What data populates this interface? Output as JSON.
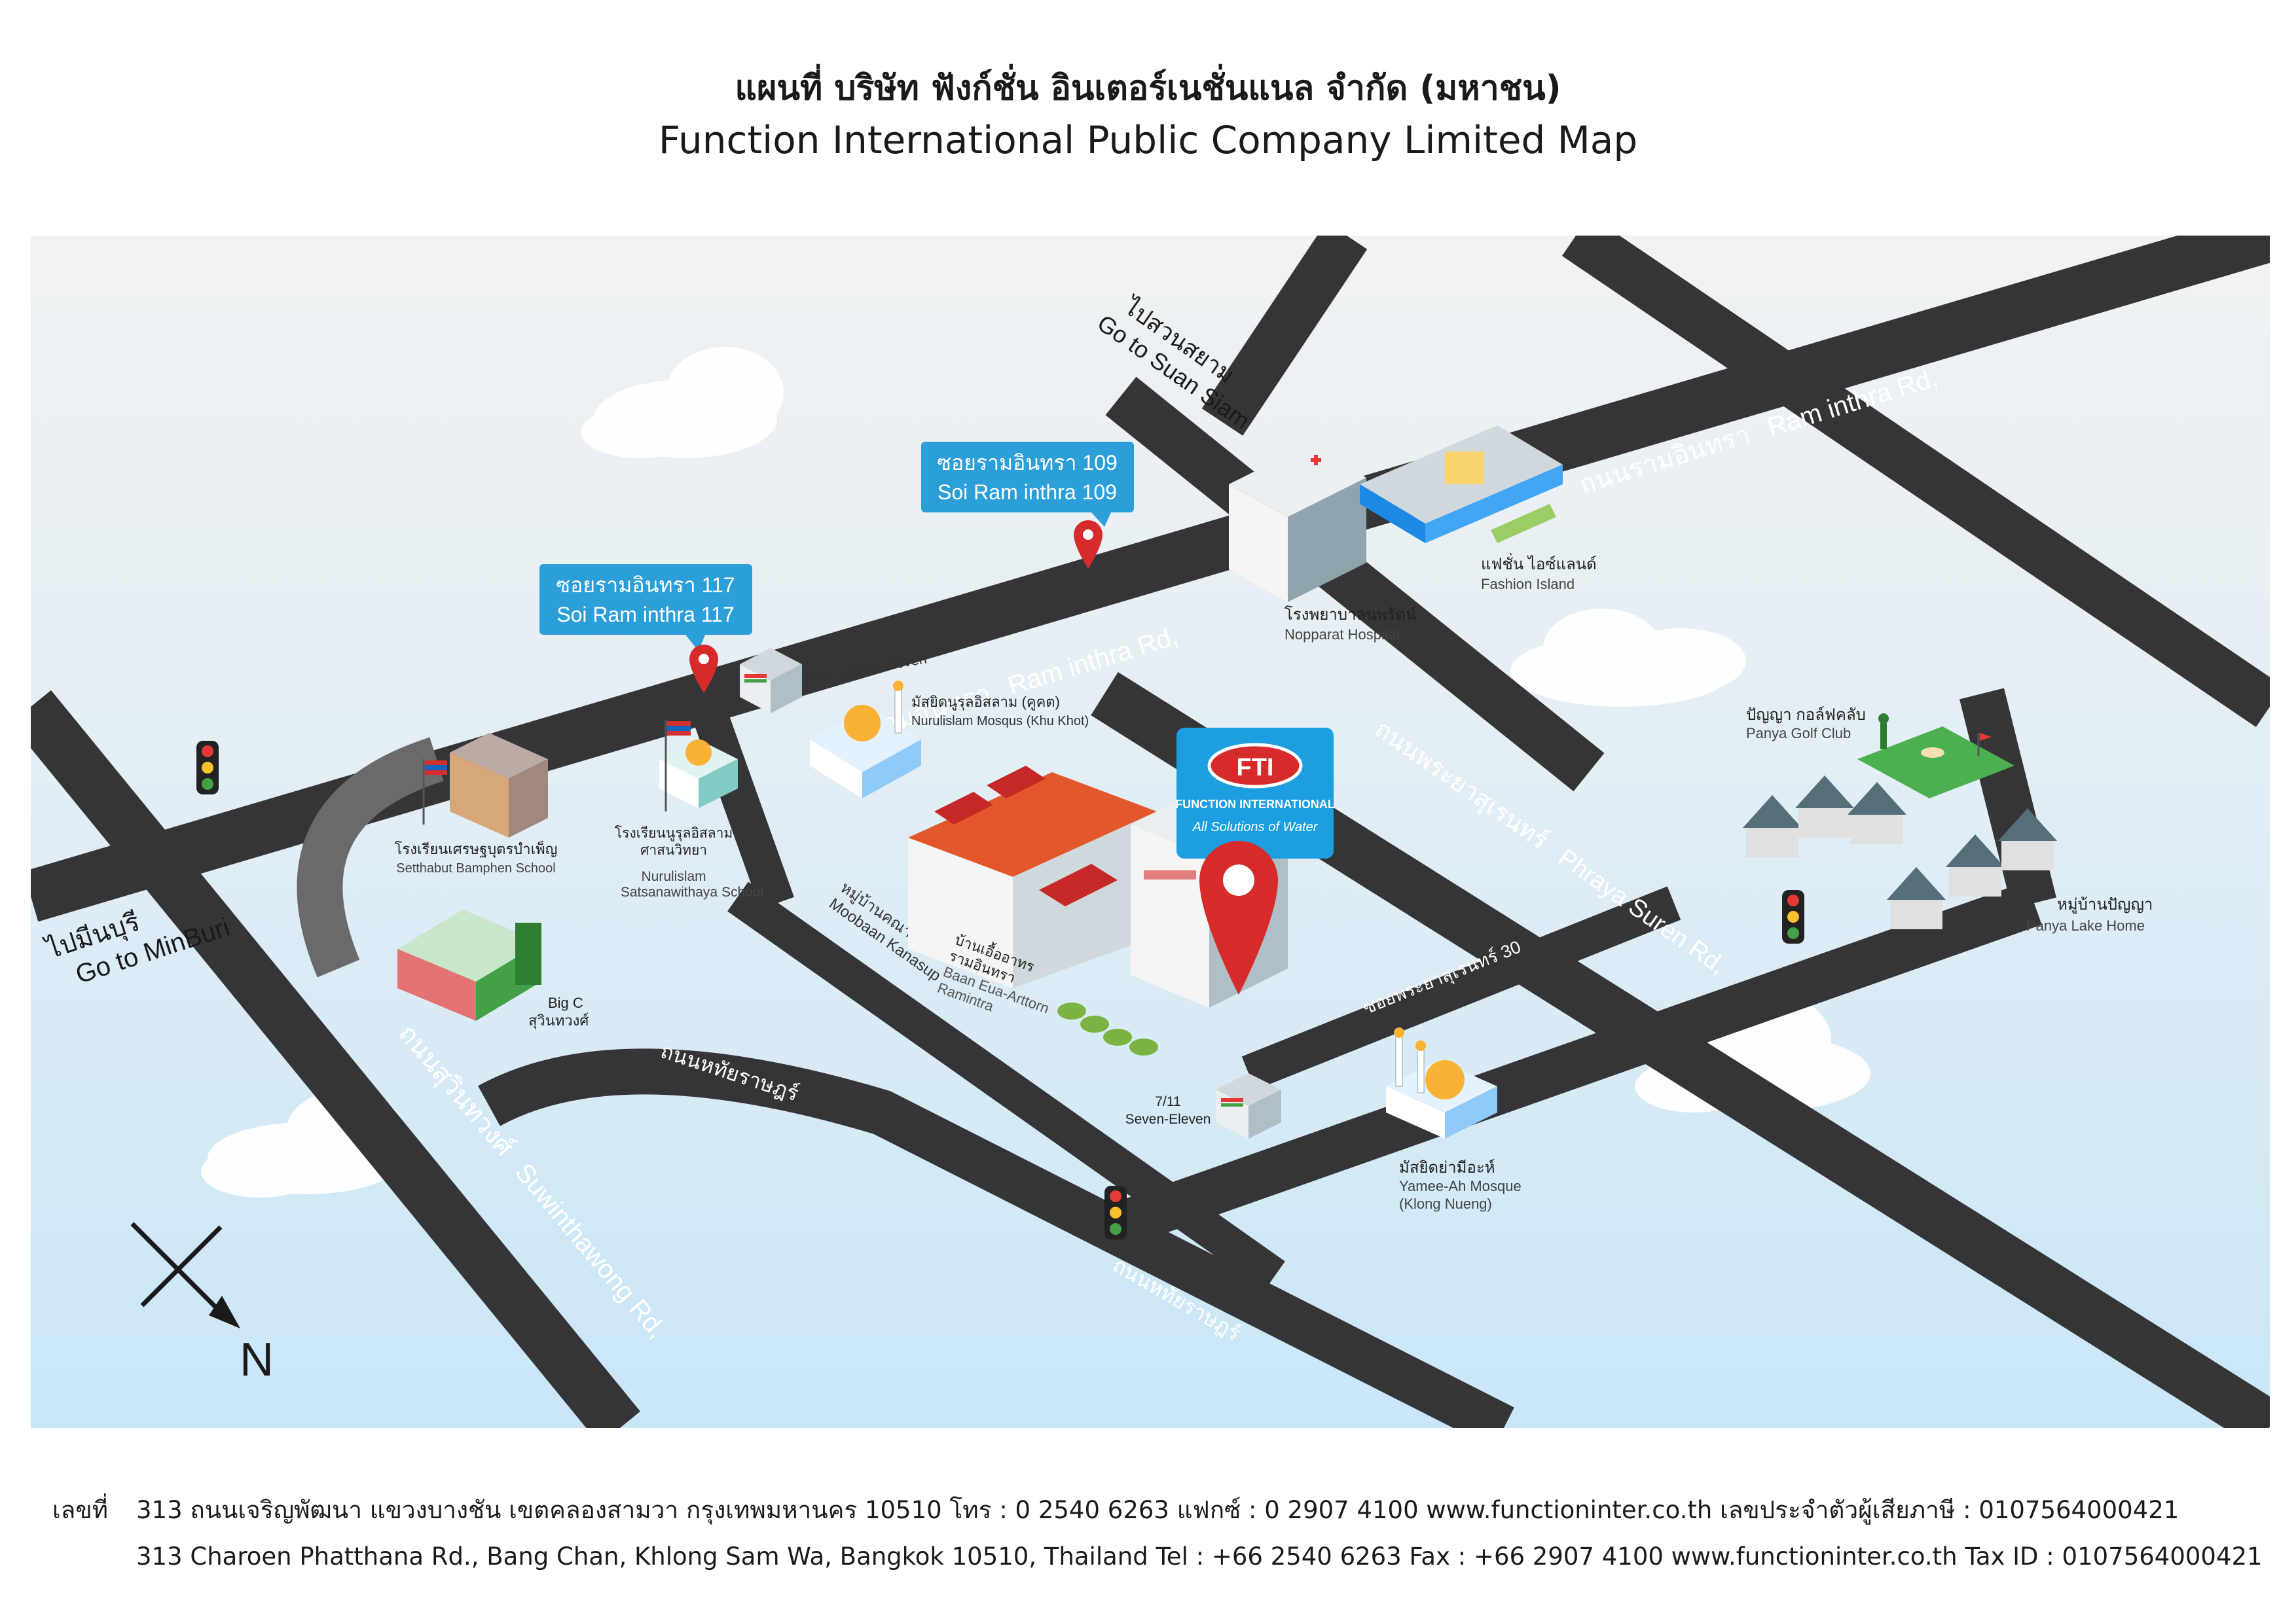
{
  "title": {
    "thai": "แผนที่ บริษัท ฟังก์ชั่น อินเตอร์เนชั่นแนล จำกัด (มหาชน)",
    "english": "Function International Public Company Limited Map"
  },
  "roads": {
    "ramintra_upper_th": "ถนนรามอินทรา",
    "ramintra_upper_en": "Ram inthra Rd,",
    "ramintra_lower_th": "ถนนรามอินทรา",
    "ramintra_lower_en": "Ram inthra Rd,",
    "phraya_suren_th": "ถนนพระยาสุเรนทร์",
    "phraya_suren_en": "Phraya Suren Rd,",
    "soi_phraya_suren_30": "ซอยพระยาสุเรนทร์ 30",
    "hathairat_1": "ถนนหทัยราษฎร์",
    "hathairat_2": "ถนนหทัยราษฎร์",
    "suwinthawong_th": "ถนนสุวินทวงศ์",
    "suwinthawong_en": "Suwinthawong Rd,",
    "moobaan_kanasup_th": "หมู่บ้านคณาทรัพย์",
    "moobaan_kanasup_en": "Moobaan Kanasup"
  },
  "directions": {
    "minburi_th": "ไปมีนบุรี",
    "minburi_en": "Go to MinBuri",
    "suan_siam_th": "ไปสวนสยาม",
    "suan_siam_en": "Go to Suan Siam"
  },
  "callouts": [
    {
      "th": "ซอยรามอินทรา 117",
      "en": "Soi Ram inthra 117"
    },
    {
      "th": "ซอยรามอินทรา 109",
      "en": "Soi Ram inthra 109"
    }
  ],
  "landmarks": {
    "seven_eleven_1": "7/11 Seven-Eleven",
    "seven_eleven_2_a": "7/11",
    "seven_eleven_2_b": "Seven-Eleven",
    "nurulislam_mosque_th": "มัสยิดนูรุลอิสลาม (คูคต)",
    "nurulislam_mosque_en": "Nurulislam Mosqus (Khu Khot)",
    "nurulislam_school_th1": "โรงเรียนนูรุลอิสลาม",
    "nurulislam_school_th2": "ศาสนวิทยา",
    "nurulislam_school_en1": "Nurulislam",
    "nurulislam_school_en2": "Satsanawithaya School",
    "setthabut_th": "โรงเรียนเศรษฐบุตรบำเพ็ญ",
    "setthabut_en": "Setthabut Bamphen School",
    "bigc_1": "Big C",
    "bigc_2": "สุวินทวงศ์",
    "nopparat_th": "โรงพยาบาลนพรัตน์",
    "nopparat_en": "Nopparat Hospital",
    "fashion_th": "แฟชั่น ไอซ์แลนด์",
    "fashion_en": "Fashion Island",
    "panya_golf_th": "ปัญญา กอล์ฟคลับ",
    "panya_golf_en": "Panya Golf Club",
    "panya_lake_th": "หมู่บ้านปัญญา",
    "panya_lake_en": "Panya Lake Home",
    "yamee_th": "มัสยิดย่ามีอะห์",
    "yamee_en1": "Yamee-Ah Mosque",
    "yamee_en2": "(Klong Nueng)",
    "baan_eua_th1": "บ้านเอื้ออาทร",
    "baan_eua_th2": "รามอินทรา",
    "baan_eua_en1": "Baan Eua-Arttorn",
    "baan_eua_en2": "Ramintra"
  },
  "fti_logo": {
    "abbr": "FTI",
    "name": "FUNCTION INTERNATIONAL",
    "slogan": "All Solutions of Water"
  },
  "compass": "N",
  "footer": {
    "label": "เลขที่",
    "address_th": "313  ถนนเจริญพัฒนา แขวงบางชัน เขตคลองสามวา กรุงเทพมหานคร 10510  โทร : 0 2540 6263 แฟกซ์ : 0 2907 4100 www.functioninter.co.th เลขประจำตัวผู้เสียภาษี : 0107564000421",
    "address_en": "313  Charoen Phatthana Rd., Bang Chan, Khlong Sam Wa, Bangkok 10510, Thailand  Tel : +66 2540 6263 Fax : +66 2907 4100  www.functioninter.co.th Tax ID : 0107564000421"
  },
  "colors": {
    "road": "#353537",
    "road_line": "#ffffff",
    "sky_top": "#f1f2f3",
    "sky_bottom": "#c9e6f7",
    "callout": "#2c9fd9",
    "pin": "#d72a2a",
    "fti_blue": "#1c9ee0"
  }
}
